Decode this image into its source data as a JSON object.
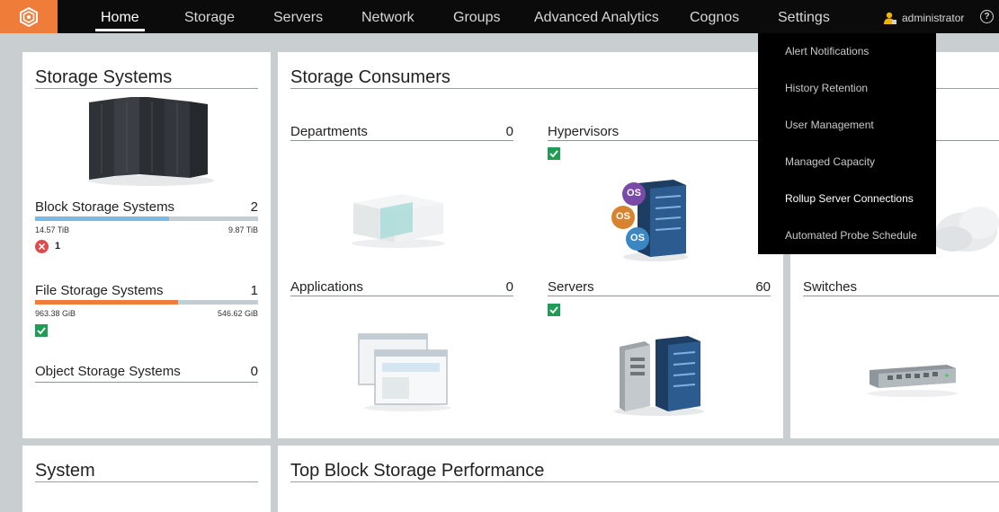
{
  "nav": {
    "items": [
      {
        "label": "Home",
        "active": true
      },
      {
        "label": "Storage"
      },
      {
        "label": "Servers"
      },
      {
        "label": "Network"
      },
      {
        "label": "Groups"
      },
      {
        "label": "Advanced Analytics"
      },
      {
        "label": "Cognos"
      },
      {
        "label": "Settings"
      }
    ],
    "user": "administrator",
    "help": "?"
  },
  "settings_menu": {
    "items": [
      "Alert Notifications",
      "History Retention",
      "User Management",
      "Managed Capacity",
      "Rollup Server Connections",
      "Automated Probe Schedule"
    ],
    "hovered": "Rollup Server Connections"
  },
  "storage_systems": {
    "title": "Storage Systems",
    "block": {
      "label": "Block Storage Systems",
      "count": "2",
      "used": "14.57 TiB",
      "free": "9.87 TiB",
      "used_fraction": 0.6,
      "error_count": "1"
    },
    "file": {
      "label": "File Storage Systems",
      "count": "1",
      "used": "963.38 GiB",
      "free": "546.62 GiB",
      "used_fraction": 0.64
    },
    "object": {
      "label": "Object Storage Systems",
      "count": "0"
    }
  },
  "storage_consumers": {
    "title": "Storage Consumers",
    "departments": {
      "label": "Departments",
      "count": "0"
    },
    "hypervisors": {
      "label": "Hypervisors",
      "os_labels": [
        "OS",
        "OS",
        "OS"
      ]
    },
    "applications": {
      "label": "Applications",
      "count": "0"
    },
    "servers": {
      "label": "Servers",
      "count": "60"
    }
  },
  "switches": {
    "label": "Switches"
  },
  "system": {
    "title": "System"
  },
  "top_block": {
    "title": "Top Block Storage Performance"
  },
  "colors": {
    "accent": "#f07c3a",
    "block_bar": "#7ab8e6",
    "file_bar": "#f07c3a",
    "ok": "#1f9d55",
    "error": "#e04a4a"
  }
}
